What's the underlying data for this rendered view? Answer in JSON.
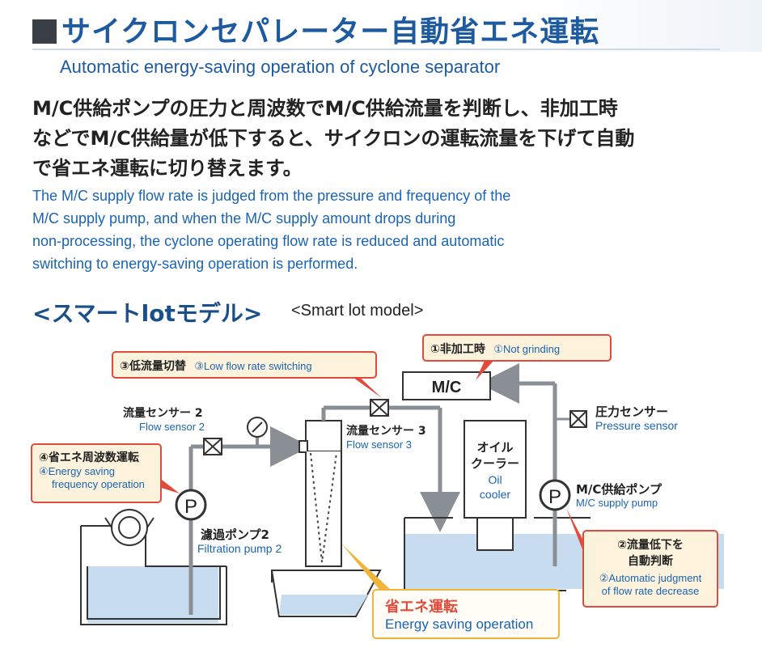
{
  "header": {
    "title_jp": "サイクロンセパレーター自動省エネ運転",
    "title_en": "Automatic energy-saving operation of cyclone separator"
  },
  "description": {
    "jp_lines": [
      "M/C供給ポンプの圧力と周波数でM/C供給流量を判断し、非加工時",
      "などでM/C供給量が低下すると、サイクロンの運転流量を下げて自動",
      "で省エネ運転に切り替えます。"
    ],
    "en_lines": [
      "The M/C supply flow rate is judged from the pressure and frequency of the",
      "M/C supply pump, and when the M/C supply amount drops during",
      "non-processing, the cyclone operating flow rate is reduced and automatic",
      "switching to energy-saving operation is performed."
    ]
  },
  "model": {
    "jp": "<スマートlotモデル>",
    "en": "<Smart lot model>"
  },
  "diagram": {
    "callouts": {
      "not_grinding_jp": "①非加工時",
      "not_grinding_en": "①Not grinding",
      "low_flow_jp": "③低流量切替",
      "low_flow_en": "③Low flow rate switching",
      "energy_freq_jp": "④省エネ周波数運転",
      "energy_freq_en_1": "④Energy saving",
      "energy_freq_en_2": "frequency operation",
      "auto_judge_jp_1": "②流量低下を",
      "auto_judge_jp_2": "自動判断",
      "auto_judge_en_1": "②Automatic judgment",
      "auto_judge_en_2": "of flow rate decrease",
      "energy_op_jp": "省エネ運転",
      "energy_op_en": "Energy saving operation"
    },
    "labels": {
      "mc": "M/C",
      "flow_sensor_2_jp": "流量センサー 2",
      "flow_sensor_2_en": "Flow sensor 2",
      "flow_sensor_3_jp": "流量センサー 3",
      "flow_sensor_3_en": "Flow sensor 3",
      "pressure_sensor_jp": "圧力センサー",
      "pressure_sensor_en": "Pressure sensor",
      "filtration_pump_jp": "濾過ポンプ2",
      "filtration_pump_en": "Filtration pump 2",
      "oil_cooler_jp_1": "オイル",
      "oil_cooler_jp_2": "クーラー",
      "oil_cooler_en_1": "Oil",
      "oil_cooler_en_2": "cooler",
      "mc_pump_jp": "M/C供給ポンプ",
      "mc_pump_en": "M/C supply pump",
      "pump_symbol": "P"
    }
  },
  "colors": {
    "accent_blue": "#1e5aa0",
    "text_blue": "#1a64b4",
    "callout_red": "#e24a3c",
    "callout_yellow": "#f0b43c",
    "water": "#c8dcef",
    "pipe": "#8a8f96"
  }
}
